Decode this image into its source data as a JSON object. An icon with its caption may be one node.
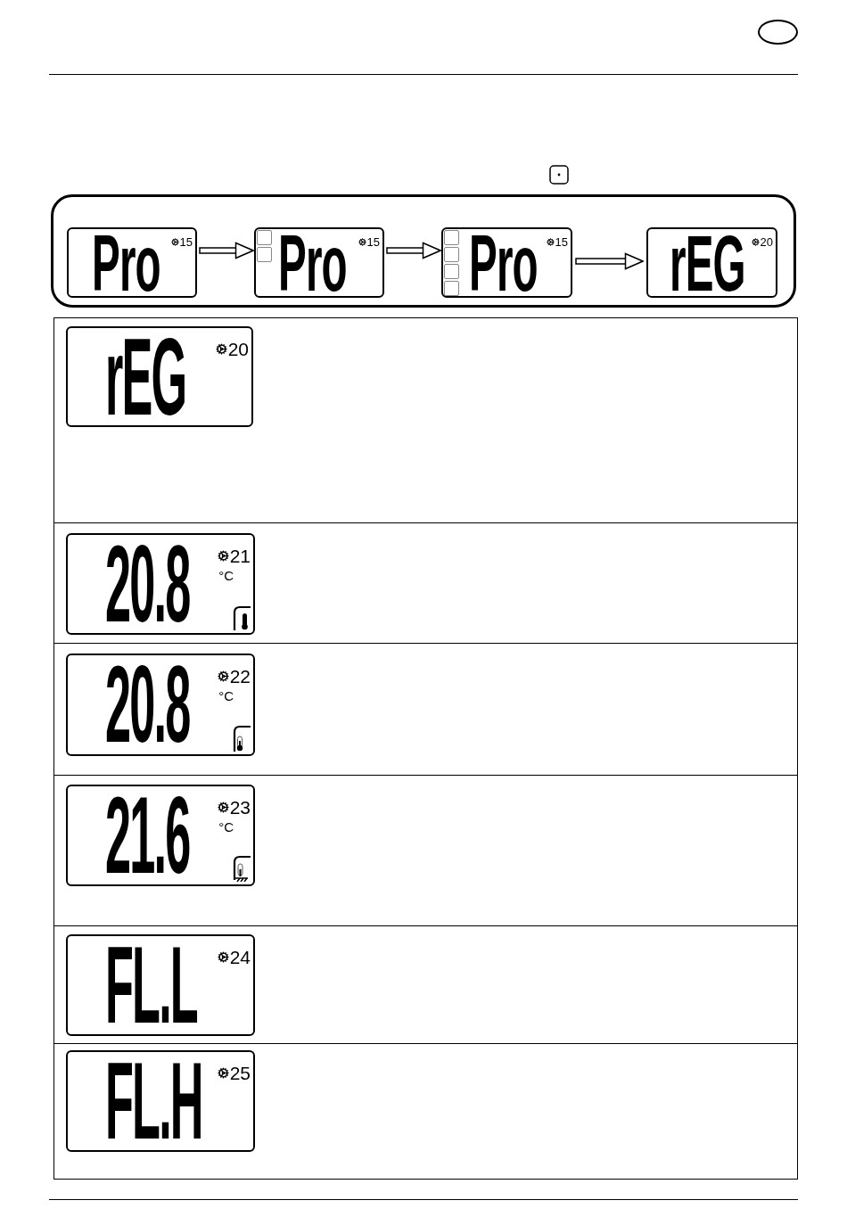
{
  "diagram": {
    "nodes": [
      {
        "text": [],
        "shape": "box"
      },
      {
        "text": [
          "Pro",
          "15"
        ],
        "in": 0
      },
      {
        "text": [
          "Pro",
          "15"
        ],
        "in": 0
      },
      {
        "text": [
          "Pro",
          "15"
        ],
        "in": 0
      },
      {
        "text": [
          "rEG",
          "20"
        ],
        "in": 0
      },
      {
        "text": [],
        "shape": "box"
      },
      {
        "text": [
          "rEG",
          "20"
        ],
        "in": 5
      },
      {
        "text": [
          "20.8",
          "21",
          "°C"
        ],
        "in": 5
      },
      {
        "text": [
          "20.8",
          "22",
          "°C"
        ],
        "in": 5
      },
      {
        "text": [
          "21.6",
          "23",
          "°C"
        ],
        "in": 5
      },
      {
        "text": [
          "FL.L",
          "24"
        ],
        "in": 5
      },
      {
        "text": [
          "FL.H",
          "25"
        ],
        "in": 5
      }
    ],
    "edges": [
      {
        "from": 1,
        "to": 2,
        "arrow": "to"
      },
      {
        "from": 2,
        "to": 3,
        "arrow": "to"
      },
      {
        "from": 3,
        "to": 4,
        "arrow": "to"
      }
    ]
  }
}
